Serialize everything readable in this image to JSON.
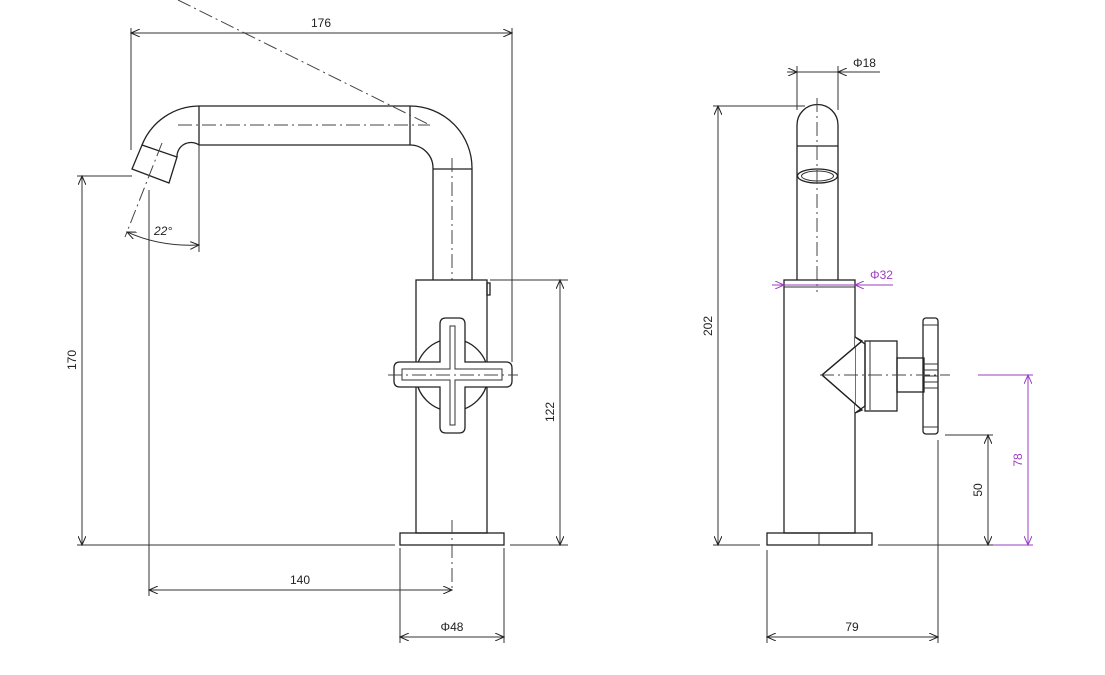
{
  "front_view": {
    "overall_width": "176",
    "spout_angle": "22°",
    "spout_height": "170",
    "body_height": "122",
    "spout_reach": "140",
    "base_diameter": "Φ48"
  },
  "side_view": {
    "spout_diameter": "Φ18",
    "overall_height": "202",
    "body_diameter": "Φ32",
    "handle_clearance": "50",
    "handle_axis_height": "78",
    "depth": "79"
  },
  "colors": {
    "line": "#222222",
    "accent_dimension": "#9a3fc0"
  }
}
